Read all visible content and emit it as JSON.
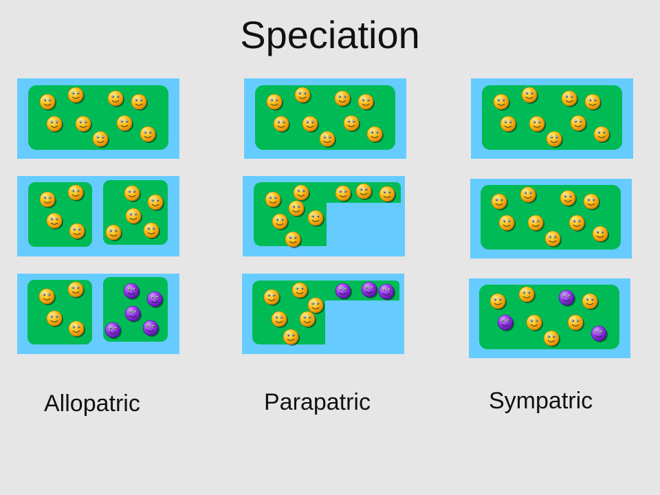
{
  "title": "Speciation",
  "labels": {
    "allopatric": "Allopatric",
    "parapatric": "Parapatric",
    "sympatric": "Sympatric"
  },
  "colors": {
    "background": "#e6e6e6",
    "water": "#66ccff",
    "land": "#00bb55",
    "species_a": "#ffb000",
    "species_b": "#8a2be2"
  },
  "icons": {
    "species_a": "smiley-orange-icon",
    "species_b": "smiley-purple-icon"
  }
}
